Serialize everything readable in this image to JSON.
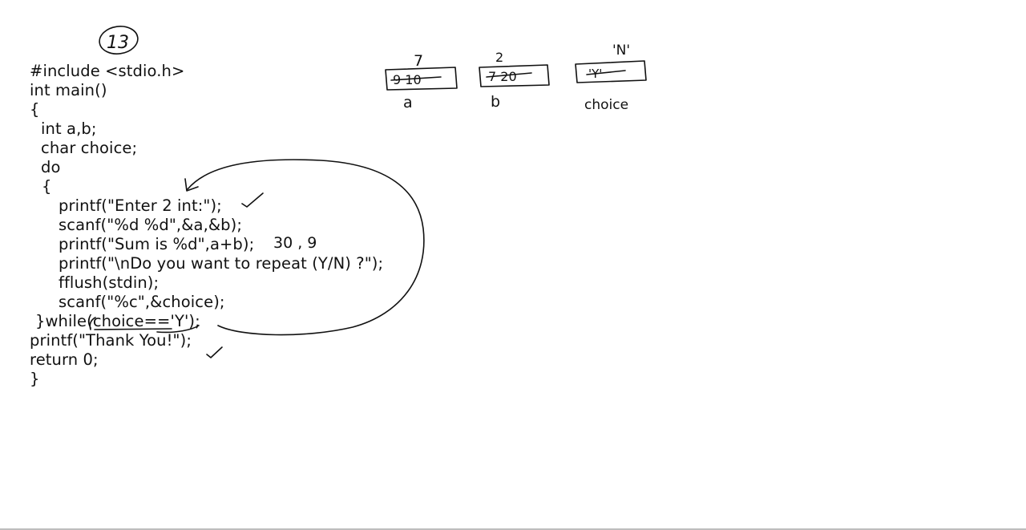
{
  "page_label": "13",
  "code_lines": [
    "#include <stdio.h>",
    "int main()",
    "{",
    "int a,b;",
    "char choice;",
    "do",
    "{",
    "printf(\"Enter 2 int:\");",
    "scanf(\"%d %d\",&a,&b);",
    "printf(\"Sum is %d\",a+b);",
    "printf(\"\\nDo you want to repeat (Y/N) ?\");",
    "fflush(stdin);",
    "scanf(\"%c\",&choice);",
    "}while(choice=='Y');",
    "printf(\"Thank You!\");",
    "return 0;",
    "}"
  ],
  "annotations": {
    "sum_output": "30 , 9"
  },
  "memory": {
    "a": {
      "name": "a",
      "history": "9 10",
      "current": "7"
    },
    "b": {
      "name": "b",
      "history": "7 20",
      "current": "2"
    },
    "choice": {
      "name": "choice",
      "history": "'Y'",
      "current": "'N'"
    }
  }
}
